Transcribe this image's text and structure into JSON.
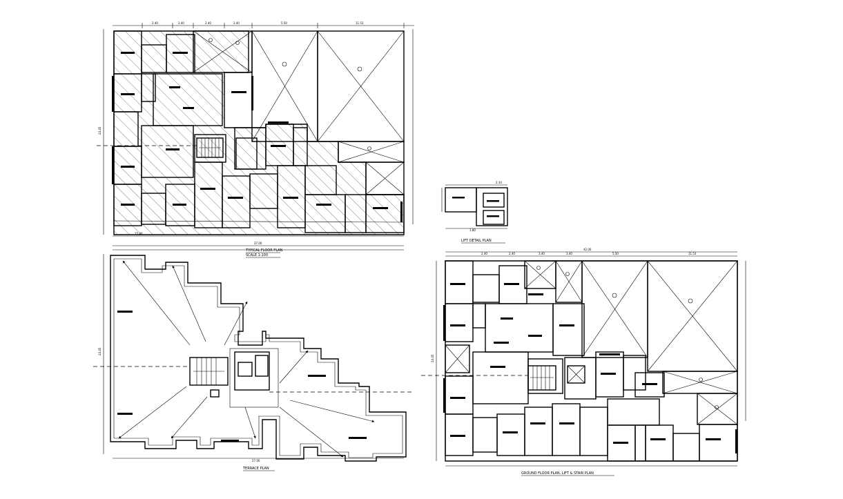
{
  "drawing": {
    "plans": [
      {
        "id": "typical-floor-plan",
        "overall_dimension": "27.00",
        "side_dimension": "24.45",
        "top_dimensions": [
          "2.40",
          "3.40",
          "2.40",
          "3.40",
          "5.50",
          "11.53"
        ],
        "bottom_dimension": "15.40",
        "title": "TYPICAL FLOOR PLAN",
        "subtitle": "SCALE 1:100"
      },
      {
        "id": "terrace-plan",
        "overall_dimension": "27.00",
        "side_dimension": "24.45",
        "title": "TERRACE PLAN"
      },
      {
        "id": "ground-floor-plan",
        "overall_dimension": "42.00",
        "side_dimension": "24.45",
        "top_dimensions": [
          "2.40",
          "2.40",
          "3.40",
          "3.40",
          "5.50",
          "11.53"
        ],
        "title": "GROUND FLOOR PLAN, LIFT & STAIR PLAN"
      }
    ],
    "detail": {
      "id": "lift-detail",
      "dimensions": [
        "2.10",
        "1.80"
      ],
      "title": "LIFT DETAIL PLAN"
    }
  }
}
